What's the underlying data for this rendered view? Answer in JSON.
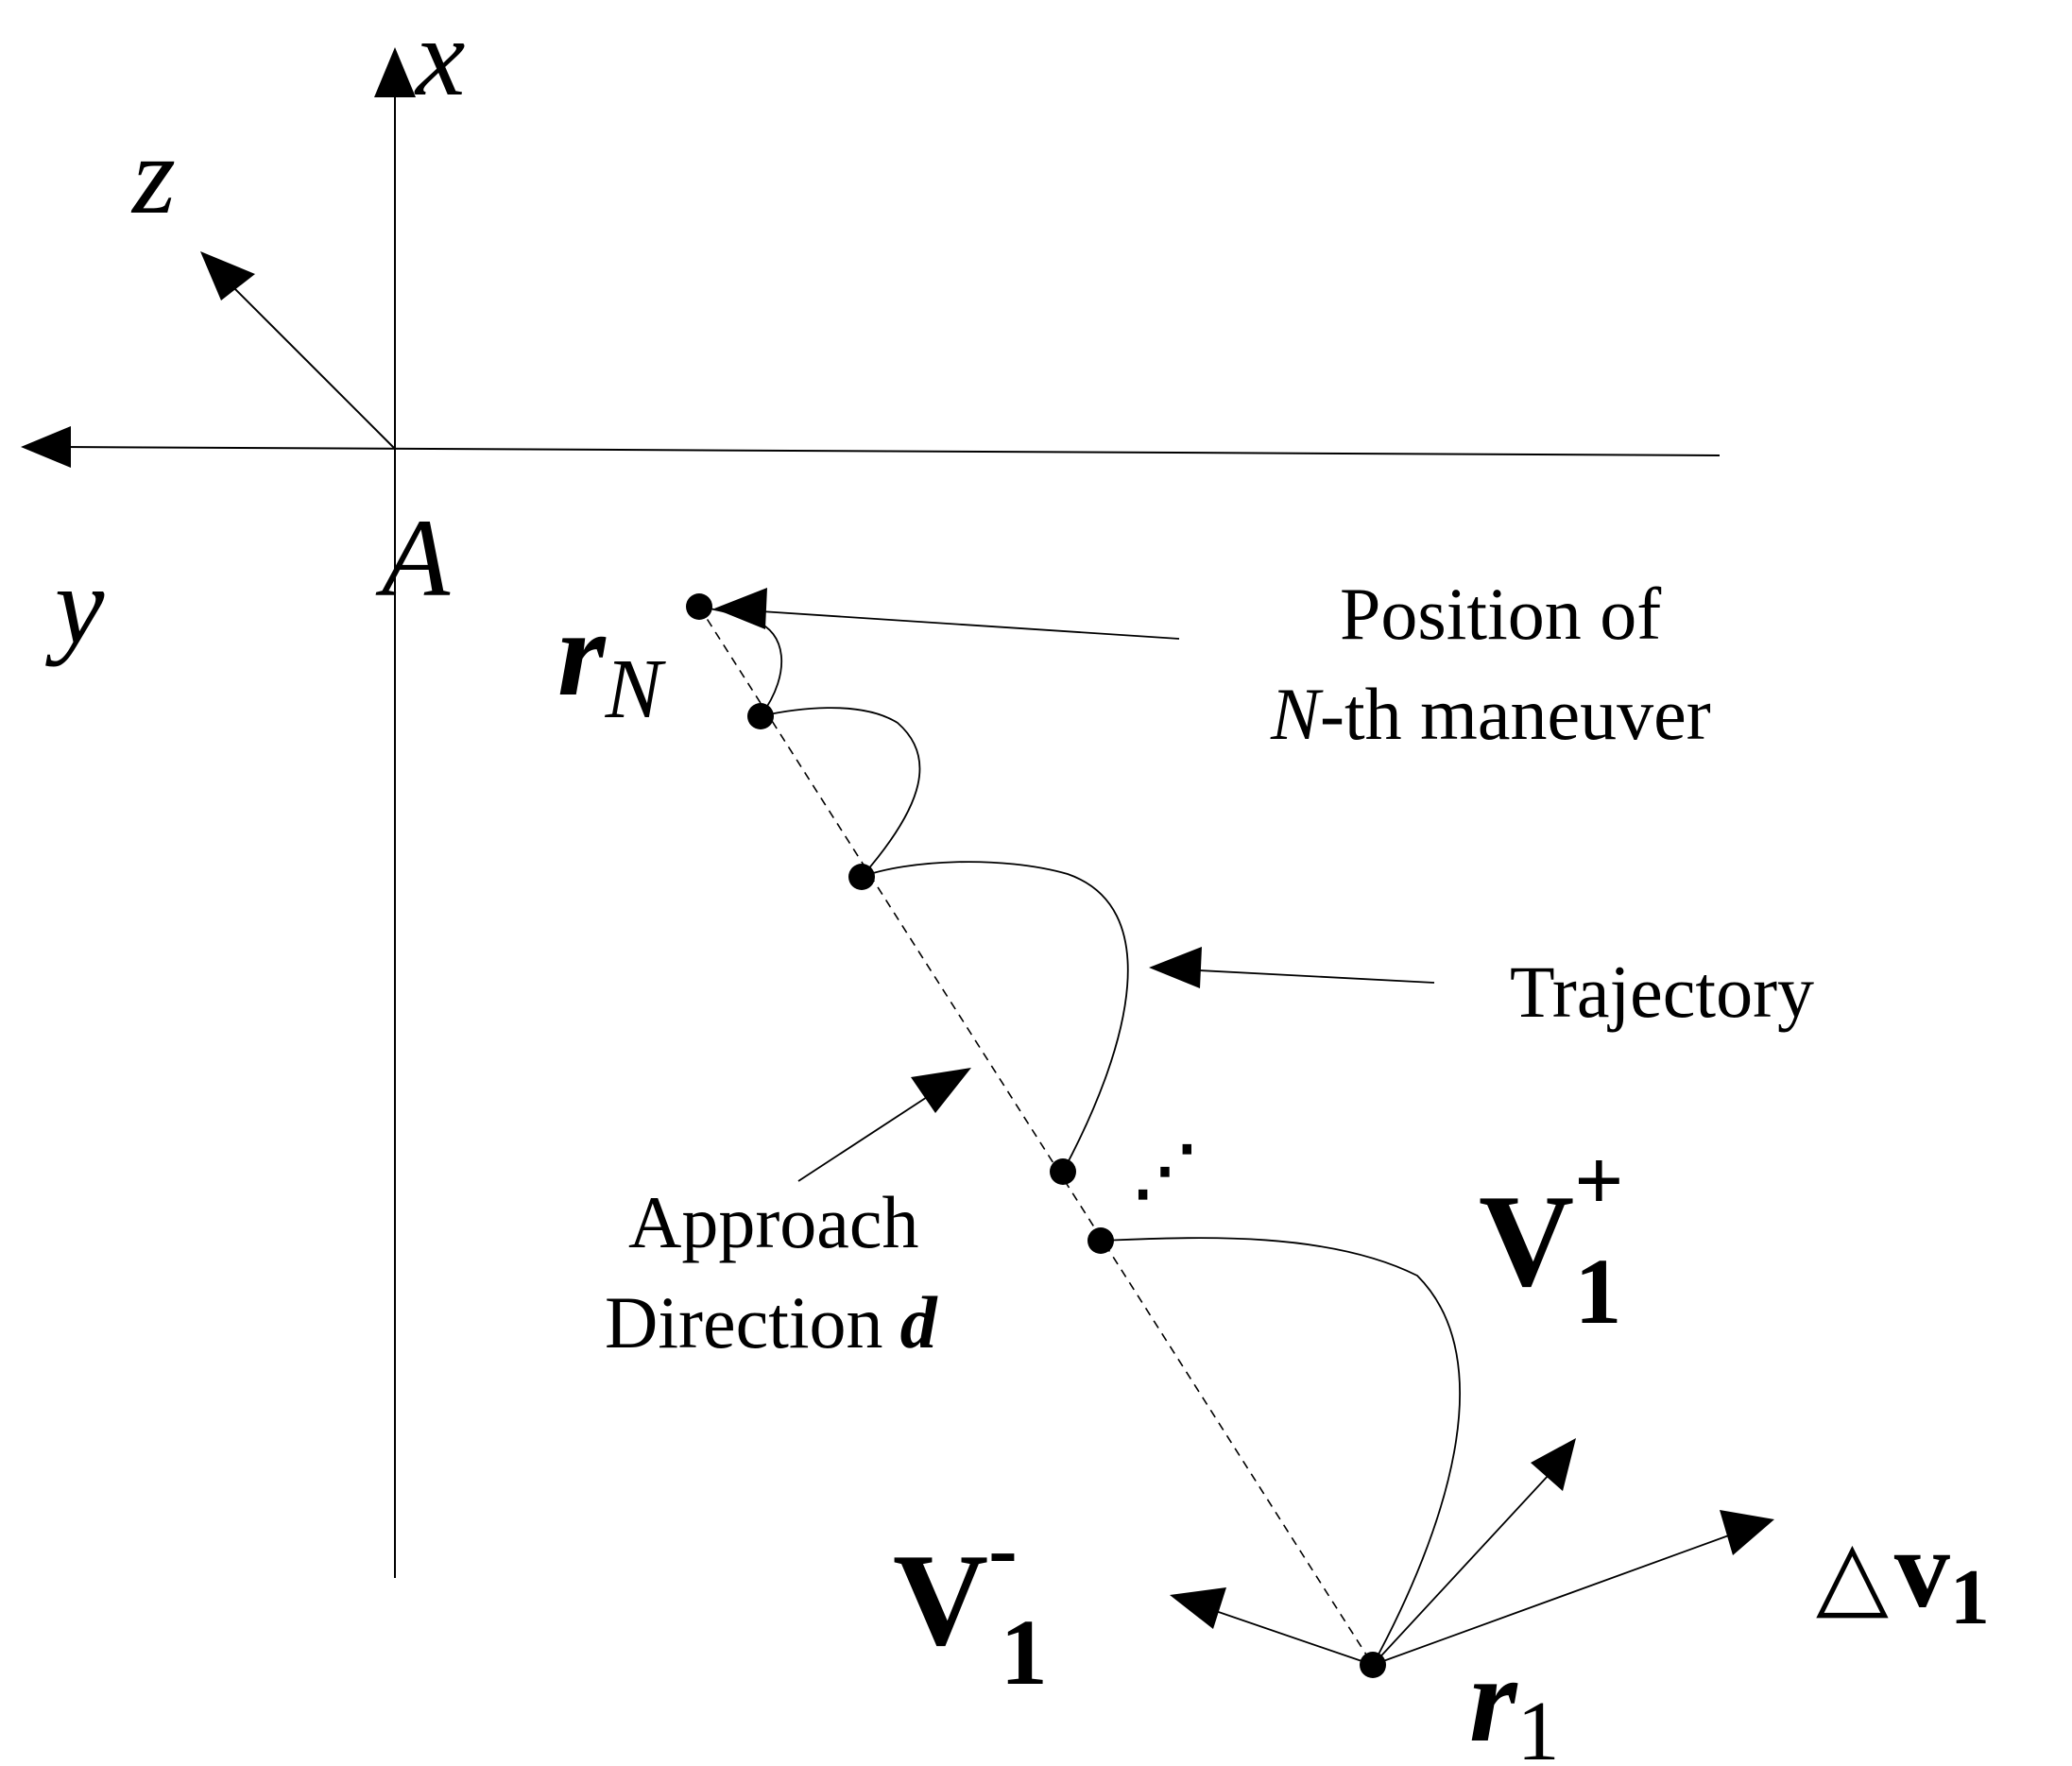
{
  "axes": {
    "x_label": "x",
    "y_label": "y",
    "z_label": "z",
    "origin_label": "A"
  },
  "points": {
    "r_N": {
      "symbol": "r",
      "subscript": "N"
    },
    "r_1": {
      "symbol": "r",
      "subscript": "1"
    }
  },
  "vectors": {
    "v_minus": {
      "symbol": "V",
      "superscript": "-",
      "subscript": "1"
    },
    "v_plus": {
      "symbol": "V",
      "superscript": "+",
      "subscript": "1"
    },
    "delta_v": {
      "prefix": "△",
      "symbol": "v",
      "subscript": "1"
    }
  },
  "annotations": {
    "position_line1": "Position of",
    "position_line2_italic": "N",
    "position_line2_rest": "-th maneuver",
    "trajectory": "Trajectory",
    "approach_line1": "Approach",
    "approach_line2": "Direction",
    "approach_symbol": "d",
    "ellipsis": "⋰"
  },
  "colors": {
    "ink": "#000000",
    "background": "#ffffff"
  }
}
